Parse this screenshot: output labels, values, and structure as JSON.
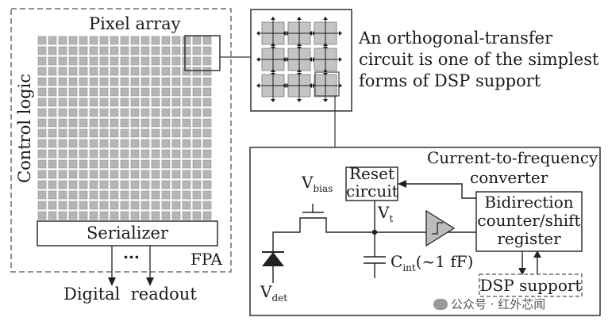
{
  "fpa": {
    "title": "Pixel array",
    "side_label": "Control logic",
    "serializer": "Serializer",
    "ellipsis": "...",
    "corner_label": "FPA",
    "readout": "Digital  readout",
    "array": {
      "rows": 20,
      "cols": 17
    }
  },
  "zoom": {
    "caption_lines": [
      "An orthogonal-transfer",
      "circuit is one of the simplest",
      "forms of DSP support"
    ]
  },
  "circuit": {
    "title_lines": [
      "Current-to-frequency",
      "converter"
    ],
    "reset_lines": [
      "Reset",
      "circuit"
    ],
    "counter_lines": [
      "Bidirection",
      "counter/shift",
      "register"
    ],
    "dsp": "DSP support",
    "vbias": {
      "main": "V",
      "sub": "bias"
    },
    "vt": {
      "main": "V",
      "sub": "t"
    },
    "cint": {
      "main": "C",
      "sub": "int",
      "suffix": "(~1 fF)"
    },
    "vdet": {
      "main": "V",
      "sub": "det"
    }
  },
  "watermark": "公众号 · 红外芯闻",
  "colors": {
    "line": "#1a1a1a",
    "dash": "#6e6e6e",
    "pixel": "#b5b5b5",
    "pixel_edge": "#8f8f8f",
    "cell": "#c4c4c4"
  }
}
